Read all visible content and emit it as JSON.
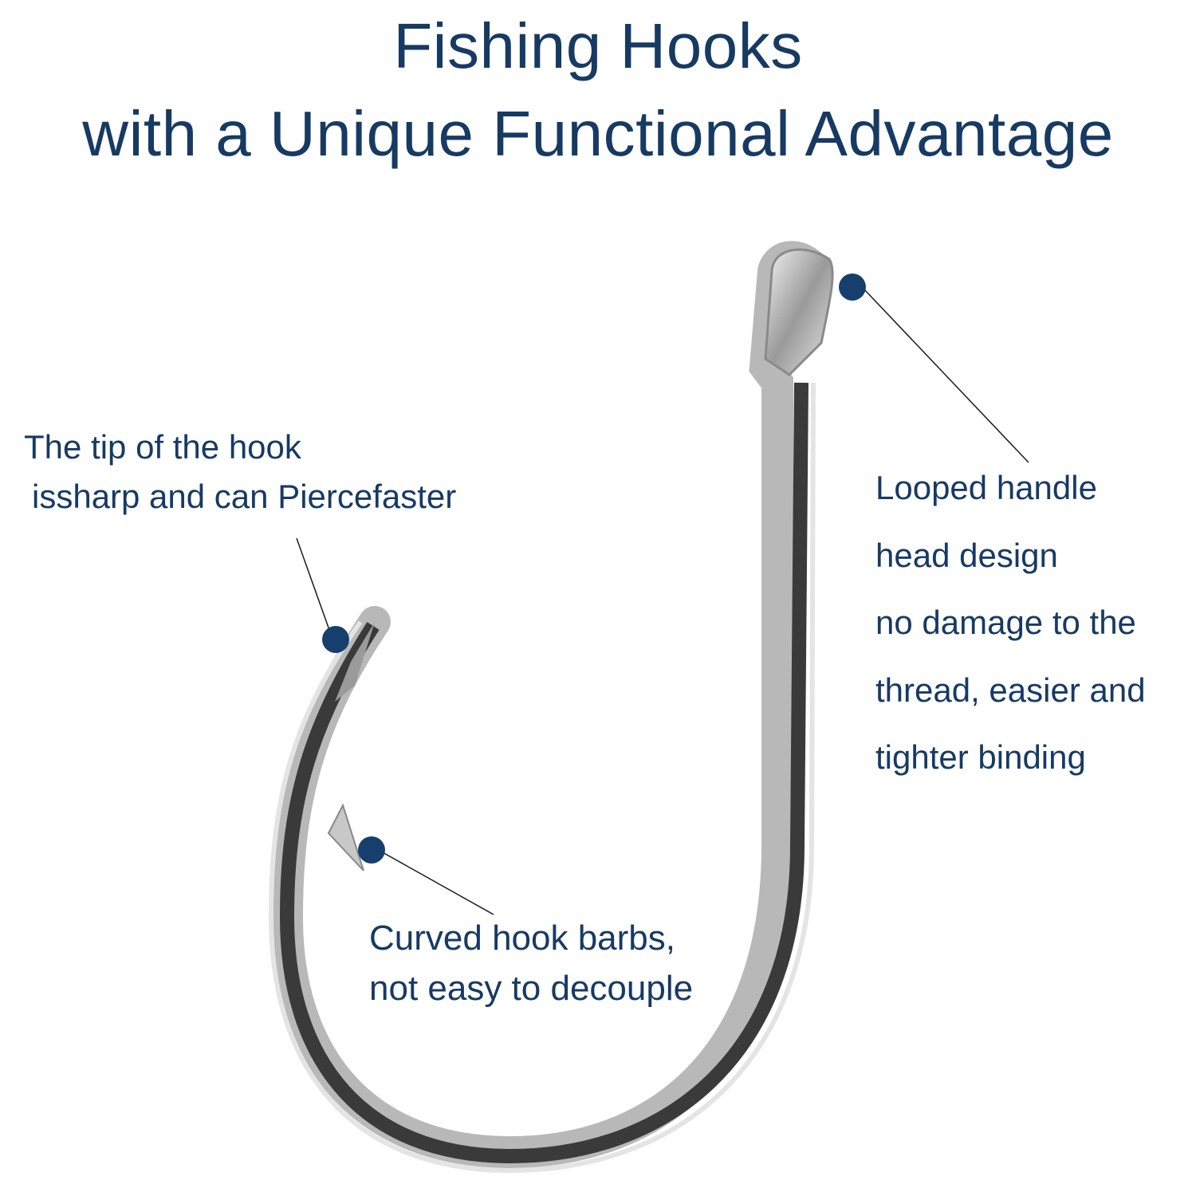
{
  "title": {
    "line1": "Fishing Hooks",
    "line2": "with a Unique Functional Advantage"
  },
  "callouts": {
    "tip": {
      "lines": [
        "The tip of the hook",
        "issharp and can Piercefaster"
      ]
    },
    "loop": {
      "lines": [
        "Looped handle",
        "head design",
        "no damage to the",
        "thread, easier and",
        "tighter binding"
      ]
    },
    "barb": {
      "lines": [
        "Curved hook barbs,",
        "not easy to decouple"
      ]
    }
  },
  "colors": {
    "text": "#173a63",
    "marker": "#173f6e",
    "background": "#ffffff"
  }
}
